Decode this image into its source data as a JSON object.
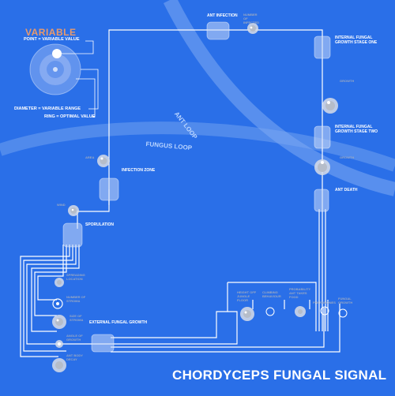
{
  "legend": {
    "title": "VARIABLE",
    "point": "POINT = VARIABLE VALUE",
    "diameter": "DIAMETER = VARIABLE RANGE",
    "ring": "RING = OPTIMAL VALUE"
  },
  "loops": {
    "ant_loop": "ANT LOOP",
    "fungus_loop": "FUNGUS LOOP"
  },
  "title": "CHORDYCEPS FUNGAL SIGNAL",
  "stages": {
    "ant_infection": "ANT INFECTION",
    "internal_stage_one": "INTERNAL FUNGAL GROWTH STAGE ONE",
    "internal_stage_two": "INTERNAL FUNGAL GROWTH STAGE TWO",
    "ant_death": "ANT DEATH",
    "infection_zone": "INFECTION ZONE",
    "sporulation": "SPORULATION",
    "external_growth": "EXTERNAL FUNGAL GROWTH"
  },
  "nodes": {
    "number_of_infected": "NUMBER OF INFECTED",
    "stage_one_gauge": "GROWTH",
    "stage_two_gauge": "GROWTH",
    "area": "AREA",
    "wind": "WIND",
    "spreading_location": "SPREADING LOCATION",
    "number_of_stroma": "NUMBER OF STROMA",
    "size_of_stroma": "SIZE OF STROMA",
    "angle_of_growth": "ANGLE OF GROWTH",
    "ant_body_decay": "ANT BODY DECAY",
    "height_off_jungle_floor": "HEIGHT OFF JUNGLE FLOOR",
    "climbing_behaviour": "CLIMBING BEHAVIOUR",
    "probability_ant_takes_food": "PROBABILITY ANT TAKES FOOD",
    "pheromones": "PHEROMONES",
    "fungal_growth": "FUNGAL GROWTH"
  },
  "colors": {
    "background": "#2a6fe8",
    "line": "#ffffff",
    "gauge": "#c8cdd6",
    "legend_title": "#e99a6c",
    "node_label": "#9aa8c2",
    "loop_band": "#7eaaf2"
  }
}
